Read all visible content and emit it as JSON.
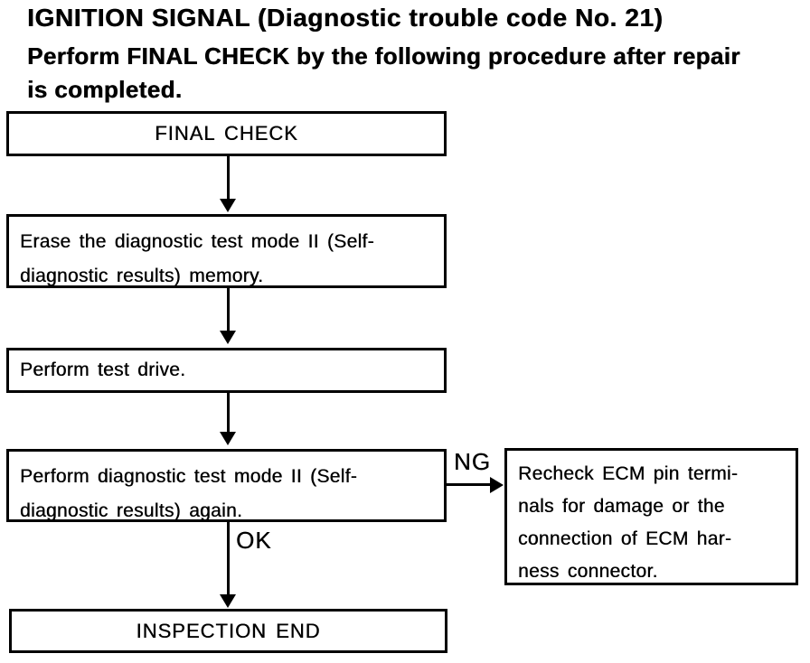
{
  "header": {
    "title": "IGNITION SIGNAL (Diagnostic trouble code No. 21)",
    "subtitle_lines": [
      "Perform FINAL CHECK by the following procedure after repair",
      "is completed."
    ]
  },
  "flowchart": {
    "nodes": {
      "final_check": {
        "label": "FINAL CHECK"
      },
      "erase_memory": {
        "lines": [
          "Erase the diagnostic test mode II (Self-",
          "diagnostic results) memory."
        ]
      },
      "test_drive": {
        "label": "Perform test drive."
      },
      "retest": {
        "lines": [
          "Perform diagnostic test mode II (Self-",
          "diagnostic results) again."
        ]
      },
      "recheck_ecm": {
        "lines": [
          "Recheck ECM pin termi-",
          "nals for damage or the",
          "connection of ECM har-",
          "ness connector."
        ]
      },
      "inspection_end": {
        "label": "INSPECTION END"
      }
    },
    "edge_labels": {
      "ok": "OK",
      "ng": "NG"
    }
  },
  "colors": {
    "ink": "#000000",
    "paper": "#ffffff"
  }
}
